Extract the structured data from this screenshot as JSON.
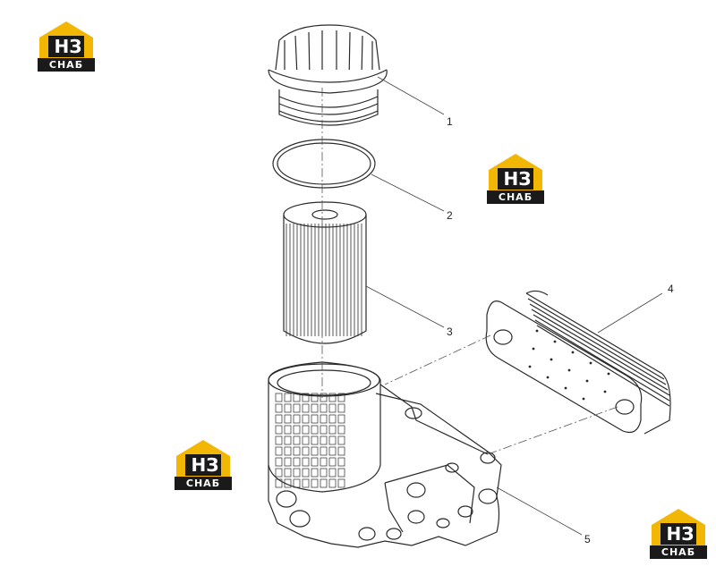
{
  "callouts": {
    "c1": "1",
    "c2": "2",
    "c3": "3",
    "c4": "4",
    "c5": "5"
  },
  "logo": {
    "mark": "НЗ",
    "text": "СНАБ",
    "color_gold": "#f2b705",
    "color_dark": "#1a1a1a"
  }
}
